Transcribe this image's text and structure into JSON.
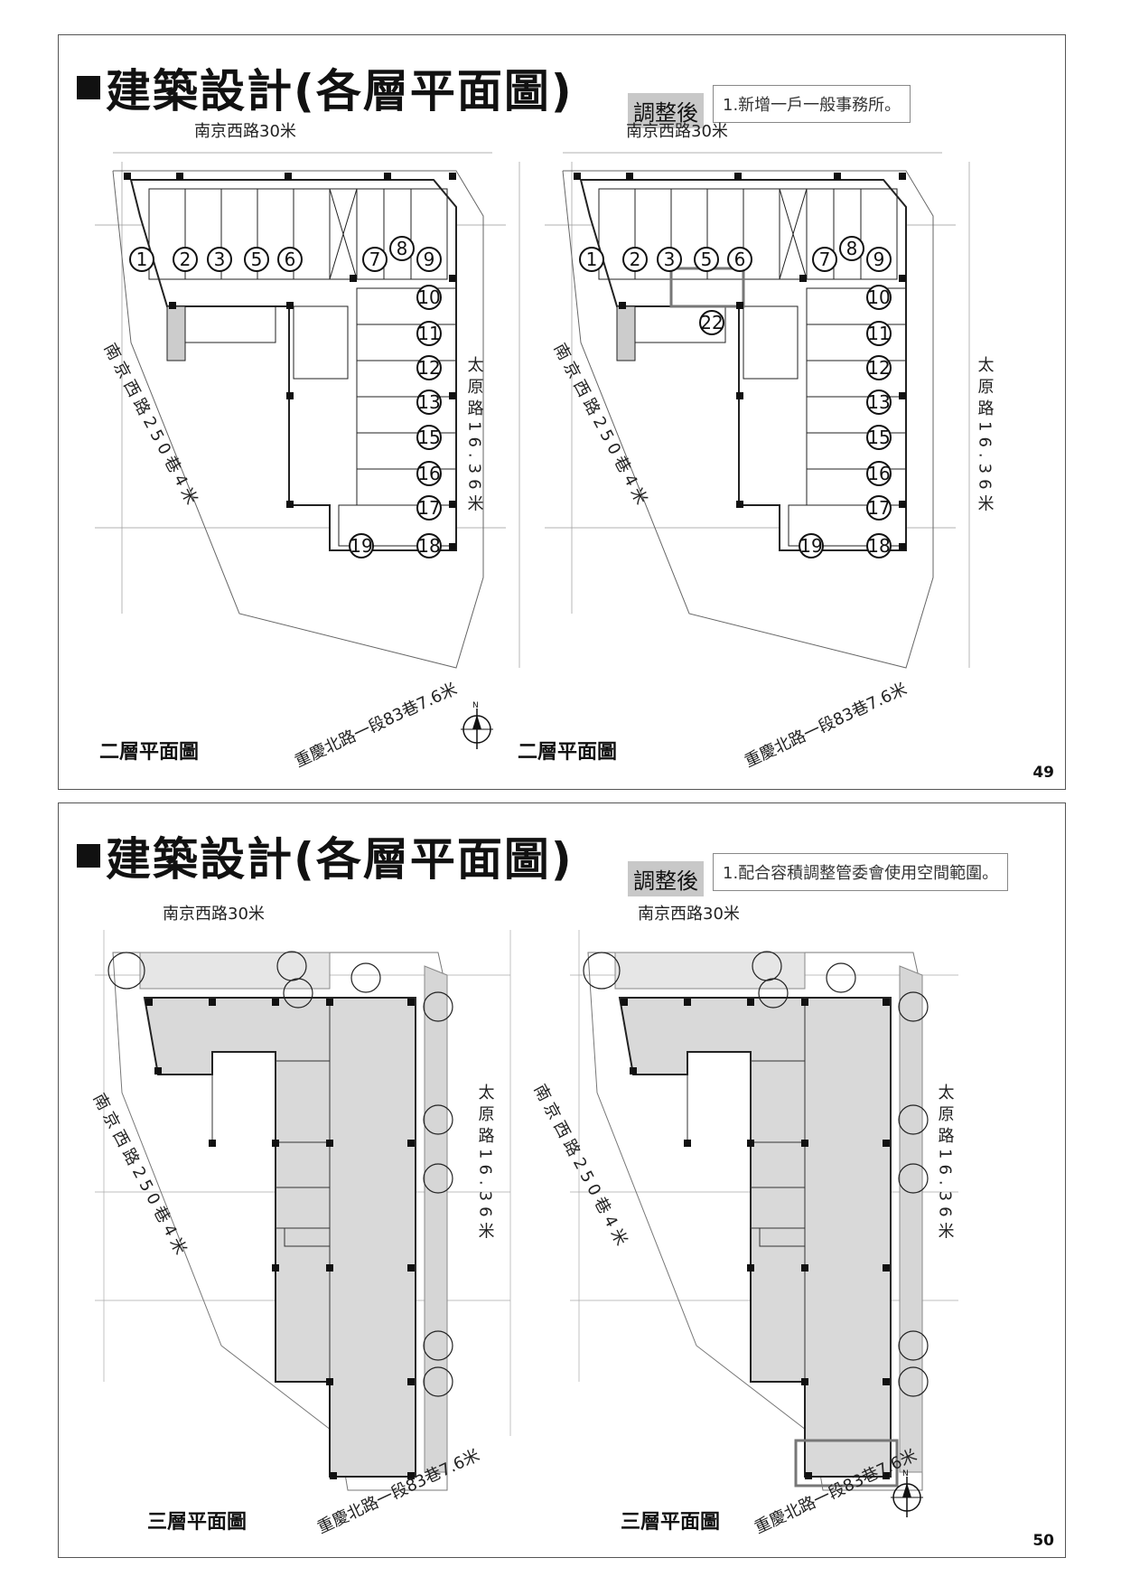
{
  "slides": [
    {
      "title": "建築設計(各層平面圖)",
      "badge": "調整後",
      "note": "1.新增一戶一般事務所。",
      "page_number": "49",
      "plans": [
        {
          "road_top": "南京西路30米",
          "road_left": "南京西路250巷4米",
          "road_right": "太原路16.36米",
          "road_bottom": "重慶北路一段83巷7.6米",
          "floor_label": "二層平面圖",
          "units": [
            "1",
            "2",
            "3",
            "5",
            "6",
            "7",
            "8",
            "9",
            "10",
            "11",
            "12",
            "13",
            "15",
            "16",
            "17",
            "19",
            "18"
          ]
        },
        {
          "road_top": "南京西路30米",
          "road_left": "南京西路250巷4米",
          "road_right": "太原路16.36米",
          "road_bottom": "重慶北路一段83巷7.6米",
          "floor_label": "二層平面圖",
          "units": [
            "1",
            "2",
            "3",
            "5",
            "6",
            "7",
            "8",
            "9",
            "10",
            "11",
            "12",
            "13",
            "15",
            "16",
            "17",
            "19",
            "18",
            "22"
          ]
        }
      ]
    },
    {
      "title": "建築設計(各層平面圖)",
      "badge": "調整後",
      "note": "1.配合容積調整管委會使用空間範圍。",
      "page_number": "50",
      "plans": [
        {
          "road_top": "南京西路30米",
          "road_left": "南京西路250巷4米",
          "road_right": "太原路16.36米",
          "road_bottom": "重慶北路一段83巷7.6米",
          "floor_label": "三層平面圖"
        },
        {
          "road_top": "南京西路30米",
          "road_left": "南京西路250巷4米",
          "road_right": "太原路16.36米",
          "road_bottom": "重慶北路一段83巷7.6米",
          "floor_label": "三層平面圖"
        }
      ]
    }
  ],
  "colors": {
    "shade": "#d9d9d9",
    "line": "#333333",
    "highlight": "#777777"
  }
}
